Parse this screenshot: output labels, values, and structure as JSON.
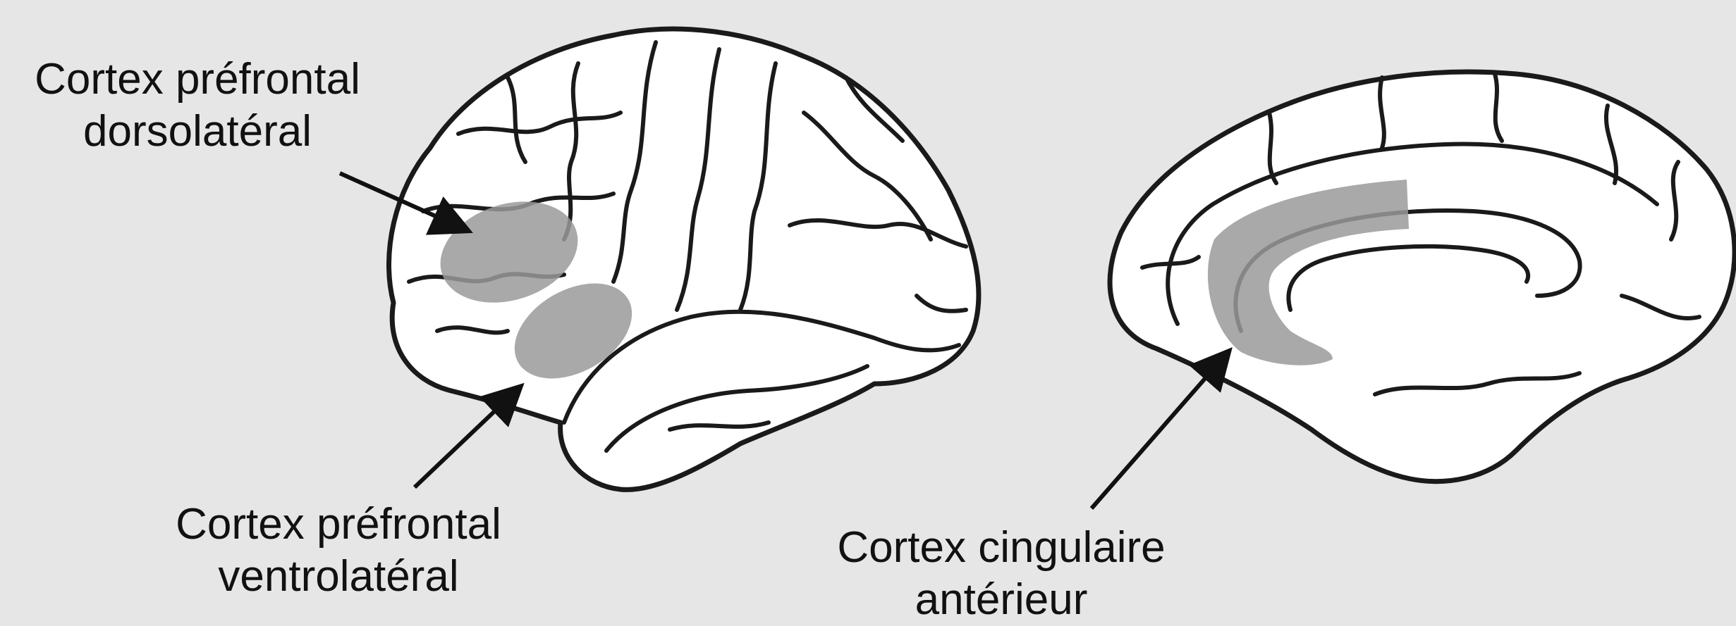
{
  "labels": {
    "dlpfc": [
      "Cortex préfrontal",
      "dorsolatéral"
    ],
    "vlpfc": [
      "Cortex préfrontal",
      "ventrolatéral"
    ],
    "acc": [
      "Cortex cingulaire",
      "antérieur"
    ]
  },
  "colors": {
    "background": "#e6e6e6",
    "brain_fill": "#ffffff",
    "outline": "#1a1a1a",
    "highlight": "#9a9a9a"
  }
}
